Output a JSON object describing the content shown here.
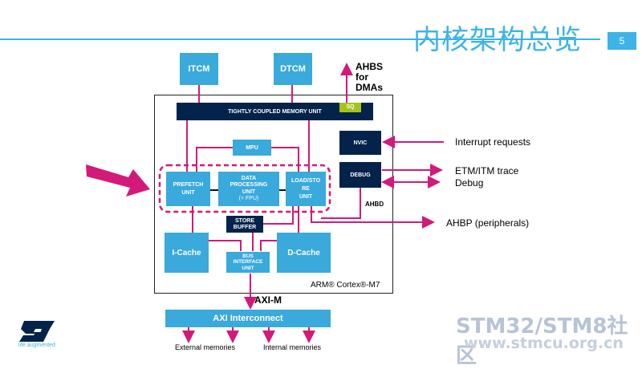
{
  "slide": {
    "title": "内核架构总览",
    "page_number": "5"
  },
  "blocks": {
    "itcm": "ITCM",
    "dtcm": "DTCM",
    "tcm_unit": "TIGHTLY COUPLED MEMORY UNIT",
    "sq": "SQ",
    "nvic": "NVIC",
    "debug": "DEBUG",
    "mpu": "MPU",
    "prefetch": [
      "PREFETCH",
      "UNIT"
    ],
    "data_proc": [
      "DATA",
      "PROCESSING",
      "UNIT",
      "(+ FPU)"
    ],
    "loadstore": [
      "LOAD/STO",
      "RE",
      "UNIT"
    ],
    "store_buffer": [
      "STORE",
      "BUFFER"
    ],
    "icache": "I-Cache",
    "dcache": "D-Cache",
    "biu": [
      "BUS",
      "INTERFACE",
      "UNIT"
    ],
    "axi_interconnect": "AXI Interconnect"
  },
  "labels": {
    "ahbs": [
      "AHBS",
      "for",
      "DMAs"
    ],
    "interrupt": "Interrupt requests",
    "etm": "ETM/ITM trace",
    "debug": "Debug",
    "ahbd": "AHBD",
    "ahbp": "AHBP (peripherals)",
    "core_name": "ARM® Cortex®-M7",
    "axim": "AXI-M",
    "ext_mem": "External memories",
    "int_mem": "Internal memories"
  },
  "logo": {
    "tagline": "life.augmented"
  },
  "watermark": {
    "line1": "STM32/STM8社区",
    "line2": "www.stmcu.org.cn"
  },
  "colors": {
    "blue": "#3aa9dc",
    "navy": "#03234b",
    "magenta": "#d3197a",
    "green": "#a6c31c",
    "title": "#3cb4e5"
  }
}
